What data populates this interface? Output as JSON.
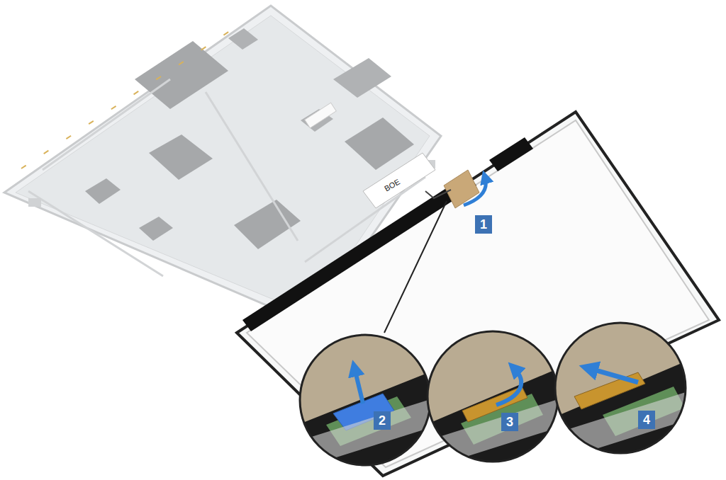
{
  "diagram": {
    "labels": [
      "BOE",
      "1",
      "2",
      "3",
      "4"
    ]
  }
}
